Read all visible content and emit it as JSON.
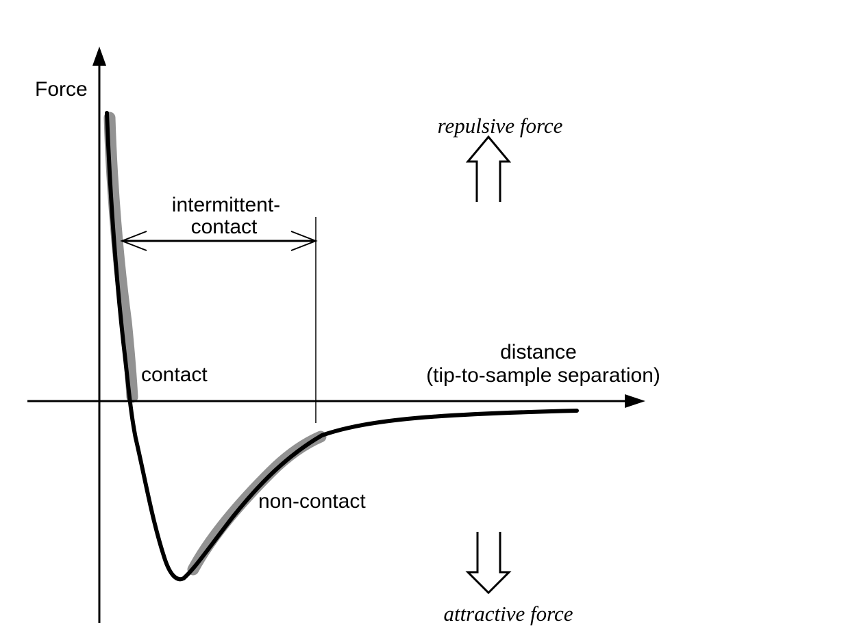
{
  "figure": {
    "y_axis_label": "Force",
    "x_axis_label_line1": "distance",
    "x_axis_label_line2": "(tip-to-sample separation)",
    "regions": {
      "intermittent_line1": "intermittent-",
      "intermittent_line2": "contact",
      "contact": "contact",
      "non_contact": "non-contact"
    },
    "direction_labels": {
      "repulsive": "repulsive force",
      "attractive": "attractive force"
    },
    "colors": {
      "curve": "#000000",
      "highlight": "#8c8c8c",
      "axes": "#000000",
      "background": "#ffffff"
    }
  }
}
